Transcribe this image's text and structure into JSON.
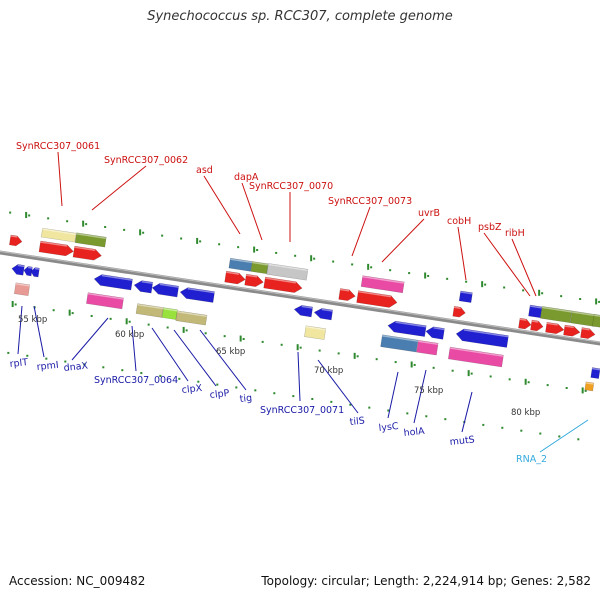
{
  "header": {
    "title": "Synechococcus sp. RCC307, complete genome"
  },
  "footer": {
    "accession": "Accession: NC_009482",
    "summary": "Topology: circular; Length: 2,224,914 bp; Genes: 2,582"
  },
  "colors": {
    "backbone": "#8a8a8a",
    "red": "#e8231f",
    "blue": "#2020d0",
    "pink": "#e84aa4",
    "olive": "#7a9a30",
    "khaki": "#c2b878",
    "steel": "#4a7eb0",
    "grey": "#c6c6c6",
    "pale_yellow": "#f0e6a0",
    "salmon": "#e89a94",
    "orange": "#f0a020",
    "lime": "#99e13c",
    "label_red": "#cc1111",
    "label_blue": "#1a1aa6",
    "label_cyan": "#33aadd",
    "tick_green": "#2f8a2f"
  },
  "scale_ticks": [
    {
      "label": "55 kbp"
    },
    {
      "label": "60 kbp"
    },
    {
      "label": "65 kbp"
    },
    {
      "label": "70 kbp"
    },
    {
      "label": "75 kbp"
    },
    {
      "label": "80 kbp"
    }
  ],
  "gene_labels": [
    {
      "text": "SynRCC307_0061"
    },
    {
      "text": "SynRCC307_0062"
    },
    {
      "text": "asd"
    },
    {
      "text": "dapA"
    },
    {
      "text": "SynRCC307_0070"
    },
    {
      "text": "SynRCC307_0073"
    },
    {
      "text": "uvrB"
    },
    {
      "text": "cobH"
    },
    {
      "text": "psbZ"
    },
    {
      "text": "ribH"
    },
    {
      "text": "rplT"
    },
    {
      "text": "rpmI"
    },
    {
      "text": "dnaX"
    },
    {
      "text": "SynRCC307_0064"
    },
    {
      "text": "clpX"
    },
    {
      "text": "clpP"
    },
    {
      "text": "tig"
    },
    {
      "text": "SynRCC307_0071"
    },
    {
      "text": "tilS"
    },
    {
      "text": "lysC"
    },
    {
      "text": "holA"
    },
    {
      "text": "mutS"
    },
    {
      "text": "RNA_2"
    }
  ]
}
